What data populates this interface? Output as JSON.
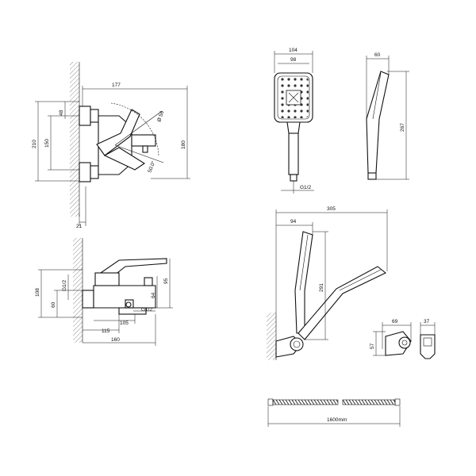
{
  "colors": {
    "line": "#111111",
    "background": "#ffffff"
  },
  "mixer_front": {
    "width_177": "177",
    "height_210": "210",
    "height_180": "180",
    "height_150": "150",
    "depth_48": "48",
    "diameter_56": "Ø 56",
    "angle_50": "50.0°",
    "offset_21": "21"
  },
  "mixer_side": {
    "height_108": "108",
    "thread_g12": "G1/2",
    "height_60": "60",
    "height_95": "95",
    "height_64": "64",
    "thread_g12_outlet": "G1/2",
    "length_105": "105",
    "length_115": "115",
    "length_160": "160"
  },
  "shower_head": {
    "width_104": "104",
    "width_98": "98",
    "thread": "G1/2"
  },
  "shower_side": {
    "depth_60": "60",
    "height_267": "267"
  },
  "shower_holder_assembly": {
    "width_305": "305",
    "width_94": "94",
    "height_291": "291"
  },
  "wall_bracket": {
    "width_69": "69",
    "height_57": "57",
    "width_37": "37"
  },
  "hose": {
    "length": "1600mm"
  }
}
